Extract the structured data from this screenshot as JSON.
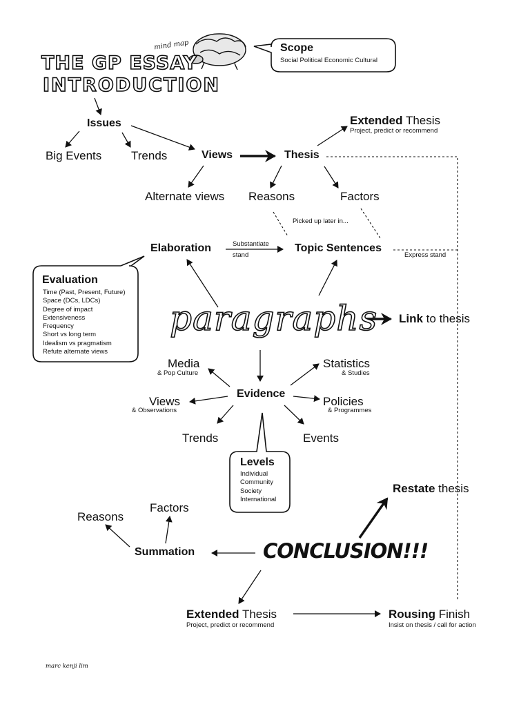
{
  "header": {
    "title_line1": "THE GP ESSAY",
    "tag": "mind map",
    "title_line2": "INTRODUCTION"
  },
  "scope": {
    "title": "Scope",
    "items": [
      "Social",
      "Political",
      "Economic",
      "Cultural"
    ]
  },
  "intro": {
    "issues": "Issues",
    "big_events": "Big Events",
    "trends": "Trends",
    "views": "Views",
    "thesis": "Thesis",
    "extended_thesis_bold": "Extended",
    "extended_thesis_rest": " Thesis",
    "extended_thesis_sub": "Project, predict or recommend",
    "alternate_views": "Alternate views",
    "reasons": "Reasons",
    "factors": "Factors",
    "picked_up": "Picked up later in..."
  },
  "paragraphs": {
    "elaboration": "Elaboration",
    "substantiate": "Substantiate",
    "stand": "stand",
    "topic_sentences": "Topic Sentences",
    "express_stand": "Express stand",
    "word": "paragraphs",
    "link_bold": "Link",
    "link_rest": " to thesis",
    "evaluation": {
      "title": "Evaluation",
      "items": [
        "Time (Past, Present, Future)",
        "Space (DCs, LDCs)",
        "Degree of impact",
        "Extensiveness",
        "Frequency",
        "Short vs long term",
        "Idealism vs pragmatism",
        "Refute alternate views"
      ]
    },
    "evidence": "Evidence",
    "media": "Media",
    "media_sub": "& Pop Culture",
    "statistics": "Statistics",
    "statistics_sub": "& Studies",
    "views": "Views",
    "views_sub": "& Observations",
    "policies": "Policies",
    "policies_sub": "& Programmes",
    "trends": "Trends",
    "events": "Events",
    "levels": {
      "title": "Levels",
      "items": [
        "Individual",
        "Community",
        "Society",
        "International"
      ]
    }
  },
  "conclusion": {
    "word": "CONCLUSION!!!",
    "restate_bold": "Restate",
    "restate_rest": " thesis",
    "summation": "Summation",
    "reasons": "Reasons",
    "factors": "Factors",
    "extended_bold": "Extended",
    "extended_rest": " Thesis",
    "extended_sub": "Project, predict or recommend",
    "rousing_bold": "Rousing",
    "rousing_rest": " Finish",
    "rousing_sub": "Insist on thesis / call for action"
  },
  "footer": {
    "author": "marc kenji lim"
  }
}
